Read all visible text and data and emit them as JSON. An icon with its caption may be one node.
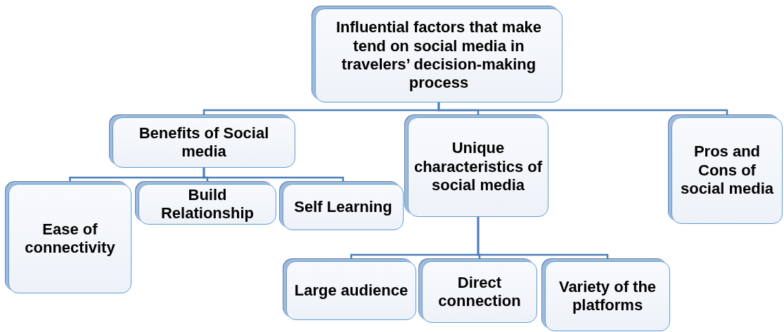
{
  "diagram": {
    "nodes": [
      {
        "text": [
          "Influential factors that make tend on social media in travelers’ decision-making process"
        ]
      },
      {
        "text": [
          "Benefits of Social media"
        ]
      },
      {
        "text": [
          "Unique characteristics of social media"
        ]
      },
      {
        "text": [
          "Pros and Cons of social media"
        ]
      },
      {
        "text": [
          "Ease of connectivity"
        ]
      },
      {
        "text": [
          "Build Relationship"
        ]
      },
      {
        "text": [
          "Self Learning"
        ]
      },
      {
        "text": [
          "Large audience"
        ]
      },
      {
        "text": [
          "Direct connection"
        ]
      },
      {
        "text": [
          "Variety of the platforms"
        ]
      }
    ],
    "edges": [
      {
        "from": 0,
        "to": 1,
        "arrow": "none"
      },
      {
        "from": 0,
        "to": 2,
        "arrow": "none"
      },
      {
        "from": 0,
        "to": 3,
        "arrow": "none"
      },
      {
        "from": 1,
        "to": 4,
        "arrow": "none"
      },
      {
        "from": 1,
        "to": 5,
        "arrow": "none"
      },
      {
        "from": 1,
        "to": 6,
        "arrow": "none"
      },
      {
        "from": 2,
        "to": 7,
        "arrow": "none"
      },
      {
        "from": 2,
        "to": 8,
        "arrow": "none"
      },
      {
        "from": 2,
        "to": 9,
        "arrow": "none"
      }
    ]
  }
}
